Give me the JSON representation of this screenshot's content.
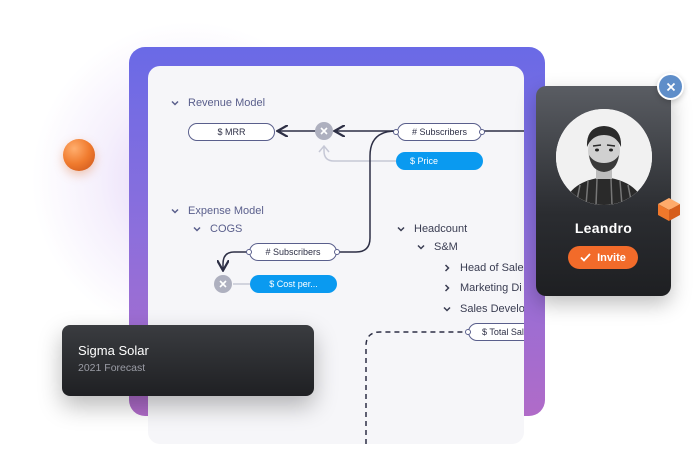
{
  "colors": {
    "frame_gradient_top": "#6a6ae6",
    "frame_gradient_bottom": "#b06bc8",
    "pill_blue": "#0a9af0",
    "invite_orange": "#f26b2a",
    "node_line": "#2d2f45"
  },
  "model": {
    "revenue_title": "Revenue Model",
    "mrr_pill": "$ MRR",
    "subscribers_pill": "# Subscribers",
    "price_pill": "$ Price",
    "expense_title": "Expense Model",
    "cogs_title": "COGS",
    "cogs_subscribers_pill": "# Subscribers",
    "cost_per_pill": "$ Cost per...",
    "headcount_title": "Headcount",
    "sm_title": "S&M",
    "head_of_sales": "Head of Sales",
    "marketing_di": "Marketing Di",
    "sales_develo": "Sales Develo",
    "total_sala_pill": "$ Total Sala"
  },
  "profile": {
    "name": "Leandro",
    "invite_label": "Invite",
    "close_icon": "close-icon",
    "check_icon": "check-icon"
  },
  "toast": {
    "title": "Sigma Solar",
    "subtitle": "2021 Forecast"
  }
}
